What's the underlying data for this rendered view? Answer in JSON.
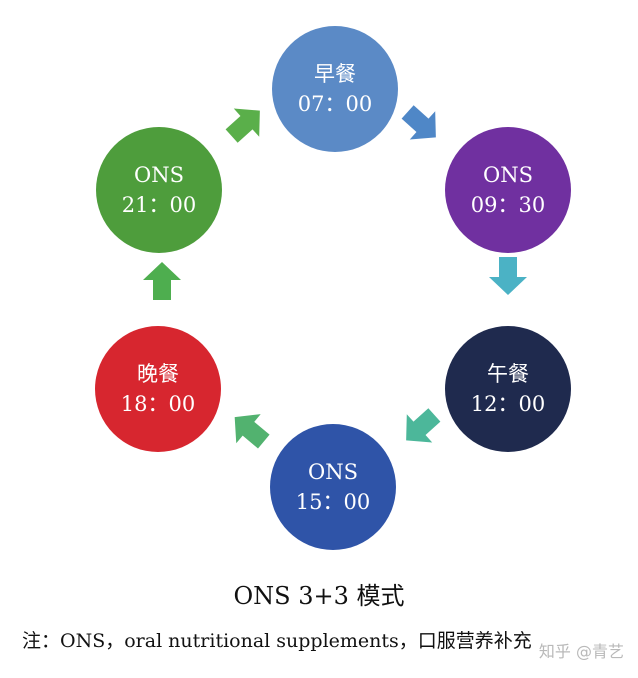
{
  "nodes": [
    {
      "id": "breakfast",
      "line1": "早餐",
      "line2": "07：00",
      "color": "#5b8ac6"
    },
    {
      "id": "ons-0930",
      "line1": "ONS",
      "line2": "09：30",
      "color": "#7030a0"
    },
    {
      "id": "lunch",
      "line1": "午餐",
      "line2": "12：00",
      "color": "#1f2a4e"
    },
    {
      "id": "ons-1500",
      "line1": "ONS",
      "line2": "15：00",
      "color": "#2f54a8"
    },
    {
      "id": "dinner",
      "line1": "晚餐",
      "line2": "18：00",
      "color": "#d7262f"
    },
    {
      "id": "ons-2100",
      "line1": "ONS",
      "line2": "21：00",
      "color": "#4e9d3c"
    }
  ],
  "arrows": [
    {
      "from": "breakfast",
      "to": "ons-0930",
      "color": "#4f87c7"
    },
    {
      "from": "ons-0930",
      "to": "lunch",
      "color": "#4bb2c5"
    },
    {
      "from": "lunch",
      "to": "ons-1500",
      "color": "#4cb79a"
    },
    {
      "from": "ons-1500",
      "to": "dinner",
      "color": "#52b26f"
    },
    {
      "from": "dinner",
      "to": "ons-2100",
      "color": "#4eae4f"
    },
    {
      "from": "ons-2100",
      "to": "breakfast",
      "color": "#5aaf4a"
    }
  ],
  "caption": "ONS 3+3 模式",
  "note": "注：ONS，oral nutritional supplements，口服营养补充",
  "watermark": "知乎 @青艺"
}
